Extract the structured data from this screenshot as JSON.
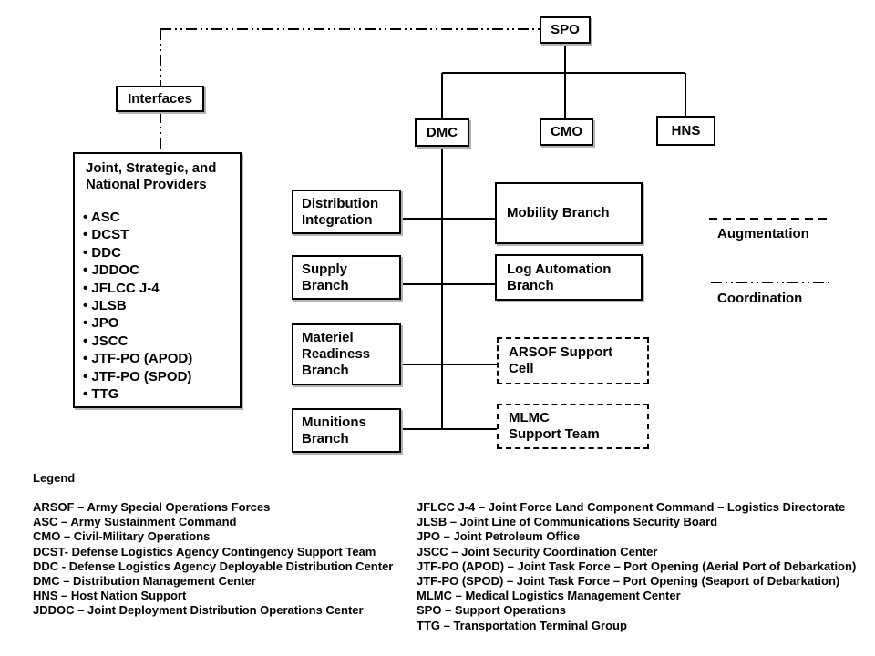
{
  "diagram": {
    "spo": "SPO",
    "interfaces": "Interfaces",
    "dmc": "DMC",
    "cmo": "CMO",
    "hns": "HNS",
    "providers": {
      "title_line1": "Joint, Strategic, and",
      "title_line2": "National Providers",
      "items": [
        "• ASC",
        "• DCST",
        "• DDC",
        "• JDDOC",
        "• JFLCC J-4",
        "• JLSB",
        "• JPO",
        "• JSCC",
        "• JTF-PO (APOD)",
        "• JTF-PO (SPOD)",
        "• TTG"
      ]
    },
    "left_branches": [
      {
        "lines": [
          "Distribution",
          "Integration"
        ]
      },
      {
        "lines": [
          "Supply",
          "Branch"
        ]
      },
      {
        "lines": [
          "Materiel",
          "Readiness",
          "Branch"
        ]
      },
      {
        "lines": [
          "Munitions",
          "Branch"
        ]
      }
    ],
    "right_branches": [
      {
        "lines": [
          "Mobility Branch"
        ],
        "style": "solid"
      },
      {
        "lines": [
          "Log Automation",
          "Branch"
        ],
        "style": "solid"
      },
      {
        "lines": [
          "ARSOF Support",
          "Cell"
        ],
        "style": "dashed"
      },
      {
        "lines": [
          "MLMC",
          "Support Team"
        ],
        "style": "dashed"
      }
    ],
    "key": {
      "augmentation": "Augmentation",
      "coordination": "Coordination"
    }
  },
  "legend": {
    "title": "Legend",
    "left": [
      "ARSOF – Army Special Operations Forces",
      "ASC – Army Sustainment Command",
      "CMO – Civil-Military Operations",
      "DCST- Defense Logistics Agency Contingency Support Team",
      "DDC - Defense Logistics Agency Deployable Distribution Center",
      "DMC – Distribution Management Center",
      "HNS – Host Nation Support",
      "JDDOC – Joint Deployment Distribution Operations Center"
    ],
    "right": [
      "JFLCC J-4 – Joint Force Land Component Command – Logistics Directorate",
      "JLSB – Joint Line of Communications Security Board",
      "JPO – Joint Petroleum Office",
      "JSCC – Joint Security Coordination Center",
      "JTF-PO (APOD) – Joint Task Force – Port Opening (Aerial Port of Debarkation)",
      "JTF-PO (SPOD) – Joint Task Force – Port Opening (Seaport of Debarkation)",
      "MLMC – Medical Logistics Management Center",
      "SPO – Support Operations",
      "TTG – Transportation Terminal Group"
    ]
  },
  "colors": {
    "line": "#000000",
    "background": "#ffffff",
    "shadow": "#b3b3b3"
  }
}
